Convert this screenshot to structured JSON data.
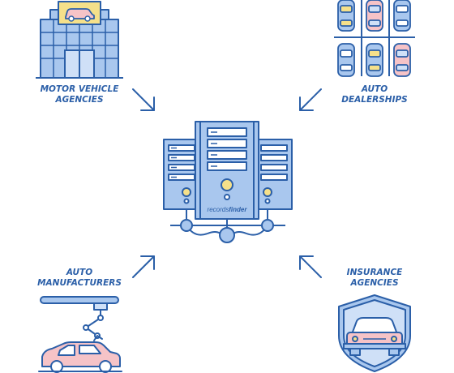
{
  "sources": [
    {
      "id": "motor",
      "lines": [
        "MOTOR VEHICLE",
        "AGENCIES"
      ]
    },
    {
      "id": "dealer",
      "lines": [
        "AUTO",
        "DEALERSHIPS"
      ]
    },
    {
      "id": "manufacturer",
      "lines": [
        "AUTO",
        "MANUFACTURERS"
      ]
    },
    {
      "id": "insurance",
      "lines": [
        "INSURANCE",
        "AGENCIES"
      ]
    }
  ],
  "server": {
    "brand_prefix": "records",
    "brand_suffix": "finder"
  },
  "colors": {
    "outline": "#2b5fa8",
    "blue_fill": "#a9c7ee",
    "light_blue": "#cfe0f7",
    "yellow": "#f5e08a",
    "pink": "#f6c3c7",
    "white": "#ffffff"
  }
}
